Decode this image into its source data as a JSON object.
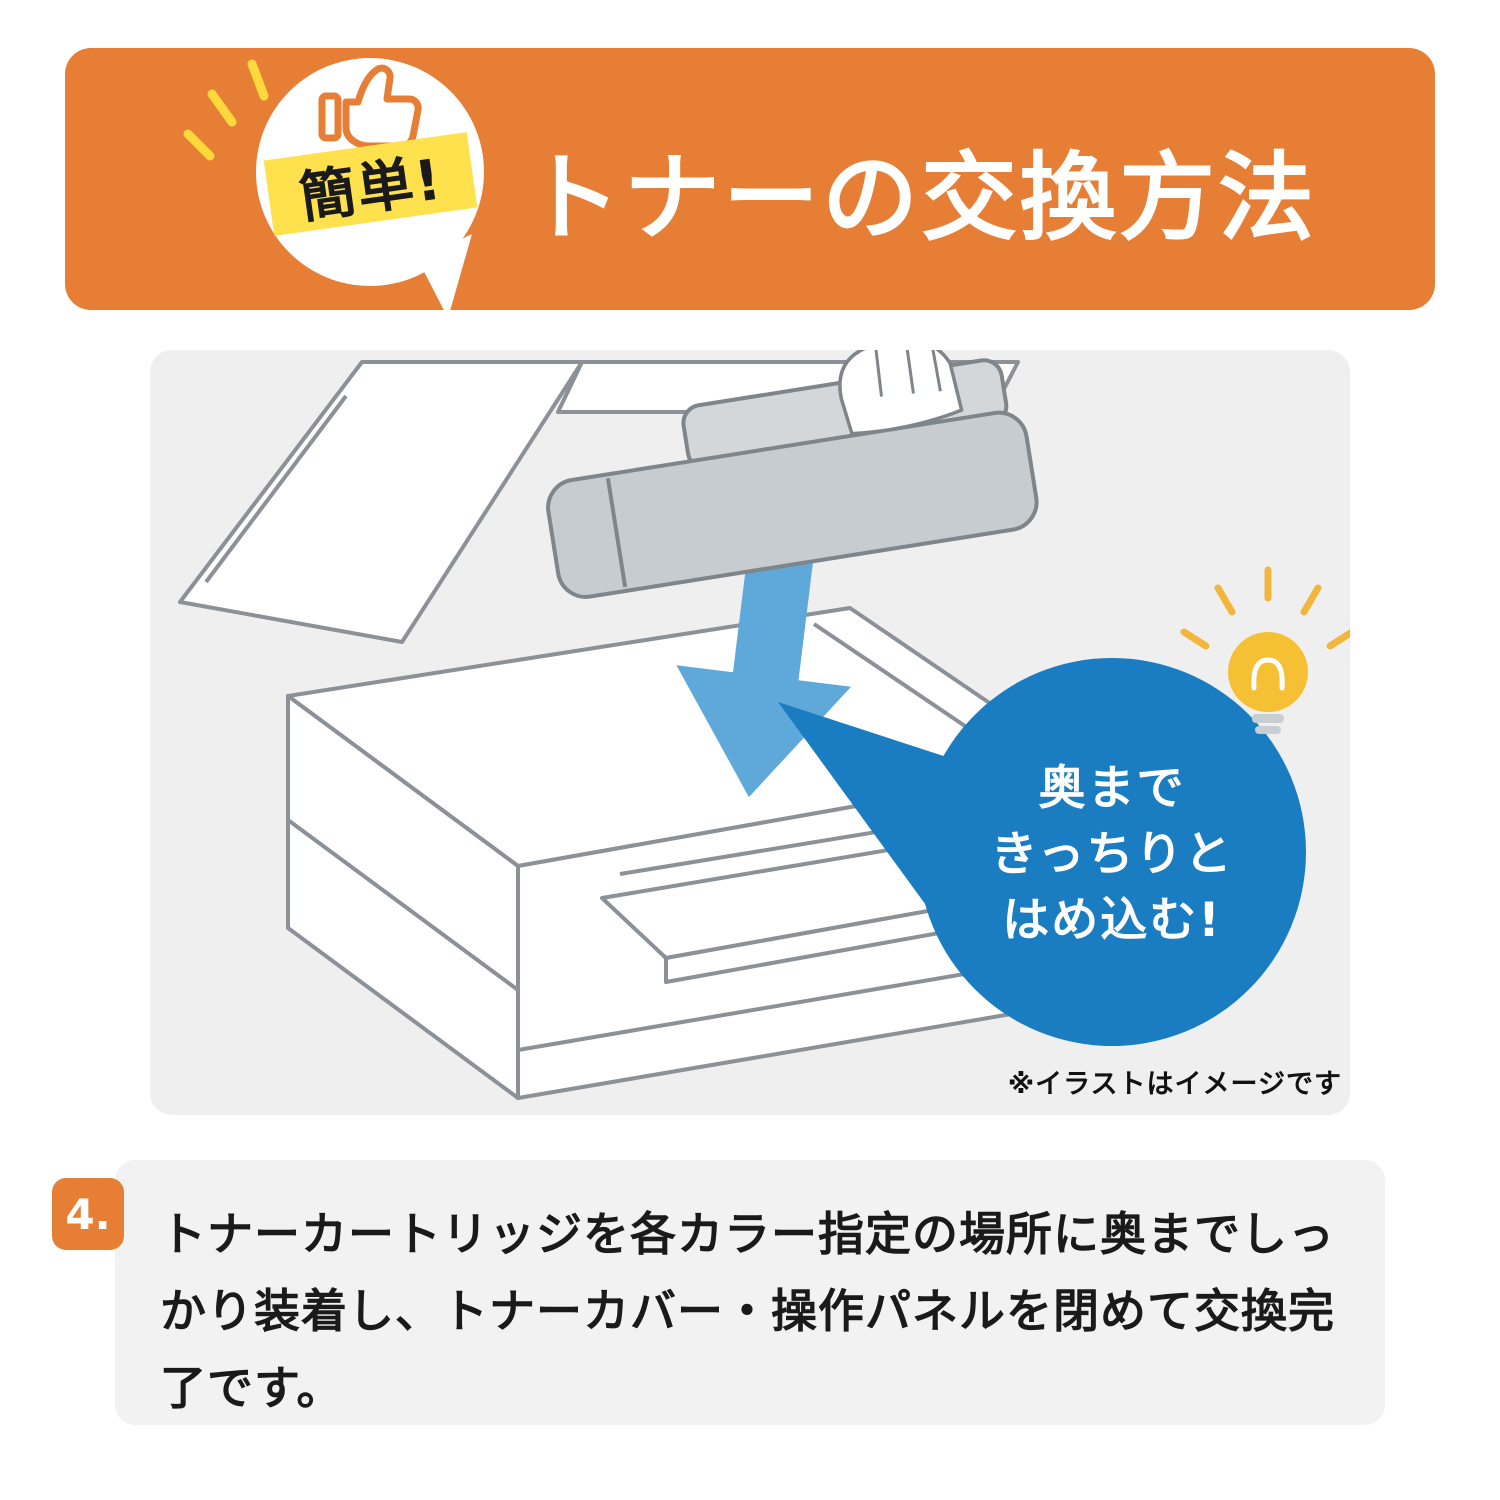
{
  "colors": {
    "banner_orange": "#E67F35",
    "highlight_yellow": "#FFE14D",
    "tip_bubble_blue": "#1A7DC1",
    "arrow_blue": "#5EA9DA",
    "illustration_panel_gray": "#EFEFEF",
    "step_panel_gray": "#F2F2F2",
    "lightbulb_yellow": "#F5C033"
  },
  "header": {
    "badge_label": "簡単!",
    "title": "トナーの交換方法",
    "icons": {
      "thumbs_up": "thumbs-up-icon",
      "emphasis": "emphasis-lines-icon"
    }
  },
  "illustration": {
    "subject": "printer-toner-cartridge-insertion",
    "tip_bubble_lines": [
      "奥まで",
      "きっちりと",
      "はめ込む!"
    ],
    "note": "※イラストはイメージです",
    "icons": {
      "lightbulb": "lightbulb-icon",
      "down_arrow": "down-arrow-icon"
    }
  },
  "step": {
    "number": "4.",
    "text": "トナーカートリッジを各カラー指定の場所に奥までしっかり装着し、トナーカバー・操作パネルを閉めて交換完了です。"
  }
}
